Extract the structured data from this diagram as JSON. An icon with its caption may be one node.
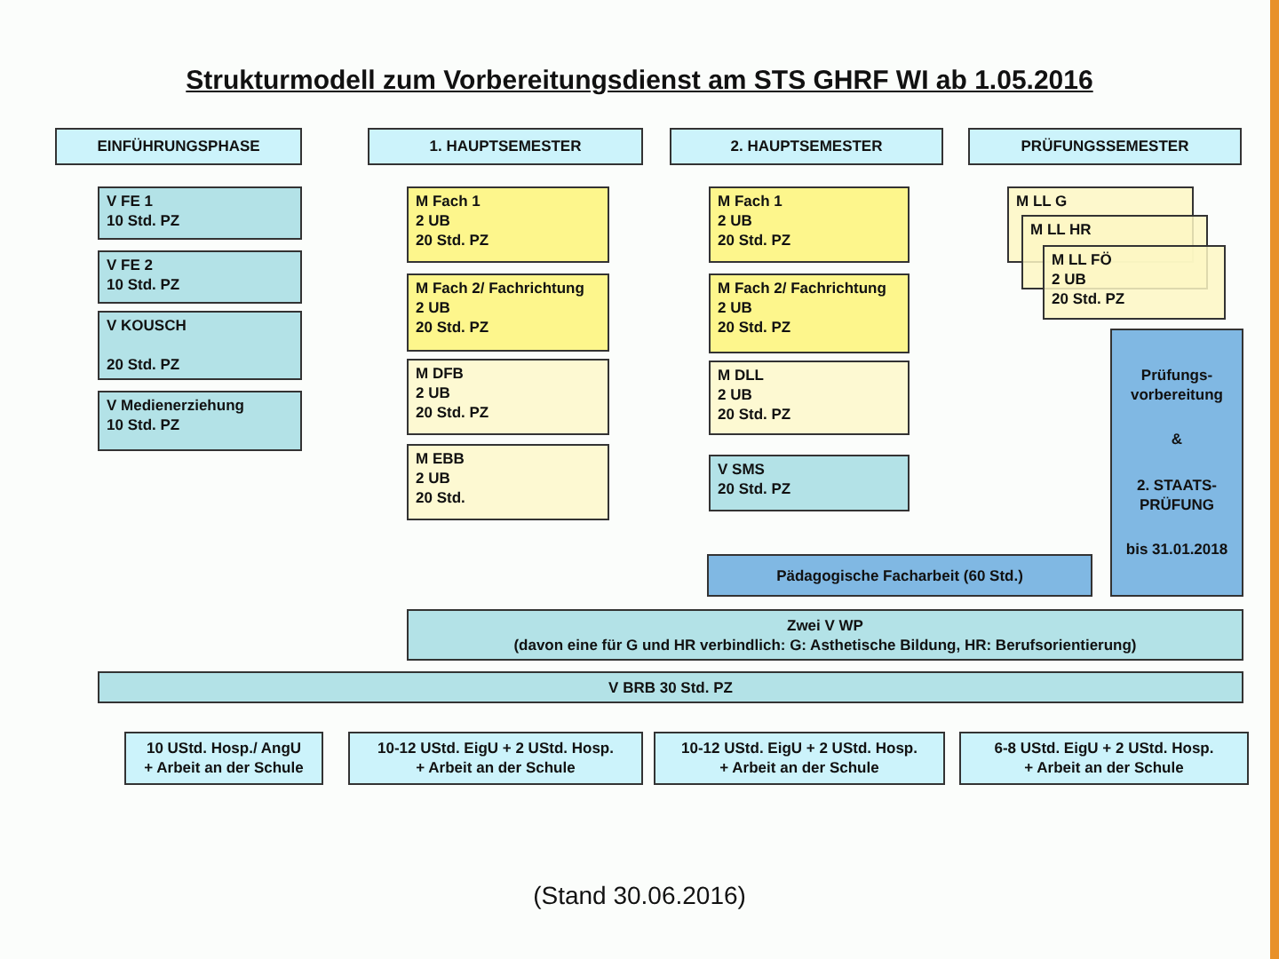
{
  "diagram": {
    "title": "Strukturmodell  zum Vorbereitungsdienst  am STS GHRF  WI ab 1.05.2016",
    "caption": "(Stand  30.06.2016)",
    "nodes": [
      {
        "text": [
          "EINFÜHRUNGSPHASE"
        ]
      },
      {
        "text": [
          "1. HAUPTSEMESTER"
        ]
      },
      {
        "text": [
          "2. HAUPTSEMESTER"
        ]
      },
      {
        "text": [
          "PRÜFUNGSSEMESTER"
        ]
      },
      {
        "text": [
          "V FE  1",
          "10 Std. PZ"
        ]
      },
      {
        "text": [
          "V FE  2",
          "10 Std. PZ"
        ]
      },
      {
        "text": [
          "V KOUSCH",
          "20 Std. PZ"
        ]
      },
      {
        "text": [
          "V Medienerziehung",
          "10 Std. PZ"
        ]
      },
      {
        "text": [
          "M Fach  1",
          "2 UB",
          "20 Std. PZ"
        ]
      },
      {
        "text": [
          "M Fach  2/ Fachrichtung",
          "2 UB",
          "20 Std. PZ"
        ]
      },
      {
        "text": [
          "M DFB",
          "2 UB",
          "20 Std. PZ"
        ]
      },
      {
        "text": [
          "M EBB",
          "2 UB",
          "20 Std."
        ]
      },
      {
        "text": [
          "M Fach  1",
          "2 UB",
          "20 Std. PZ"
        ]
      },
      {
        "text": [
          "M Fach  2/ Fachrichtung",
          "2 UB",
          "20 Std. PZ"
        ]
      },
      {
        "text": [
          "M DLL",
          "2 UB",
          "20 Std. PZ"
        ]
      },
      {
        "text": [
          "V SMS",
          "20 Std. PZ"
        ]
      },
      {
        "text": [
          "M LL G"
        ]
      },
      {
        "text": [
          "M LL HR"
        ]
      },
      {
        "text": [
          "M LL FÖ",
          "2 UB",
          "20 Std. PZ"
        ]
      },
      {
        "text": [
          "Prüfungs- vorbereitung",
          "&",
          "2. STAATS- PRÜFUNG",
          "bis 31.01.2018"
        ]
      },
      {
        "text": [
          "Pädagogische Facharbeit (60 Std.)"
        ]
      },
      {
        "text": [
          "Zwei V WP",
          "(davon  eine für G  und  HR  verbindlich:  G:  Asthetische Bildung,  HR: Berufsorientierung)"
        ]
      },
      {
        "text": [
          "V BRB   30 Std. PZ"
        ]
      },
      {
        "text": [
          "10 UStd. Hosp./ AngU",
          "+ Arbeit an der Schule"
        ]
      },
      {
        "text": [
          "10-12 UStd.  EigU  + 2 UStd. Hosp.",
          "+ Arbeit an der Schule"
        ]
      },
      {
        "text": [
          "10-12 UStd.  EigU  + 2 UStd. Hosp.",
          "+ Arbeit an der Schule"
        ]
      },
      {
        "text": [
          "6-8 UStd. EigU  + 2 UStd. Hosp.",
          "+ Arbeit an der Schule"
        ]
      }
    ],
    "edges": []
  }
}
